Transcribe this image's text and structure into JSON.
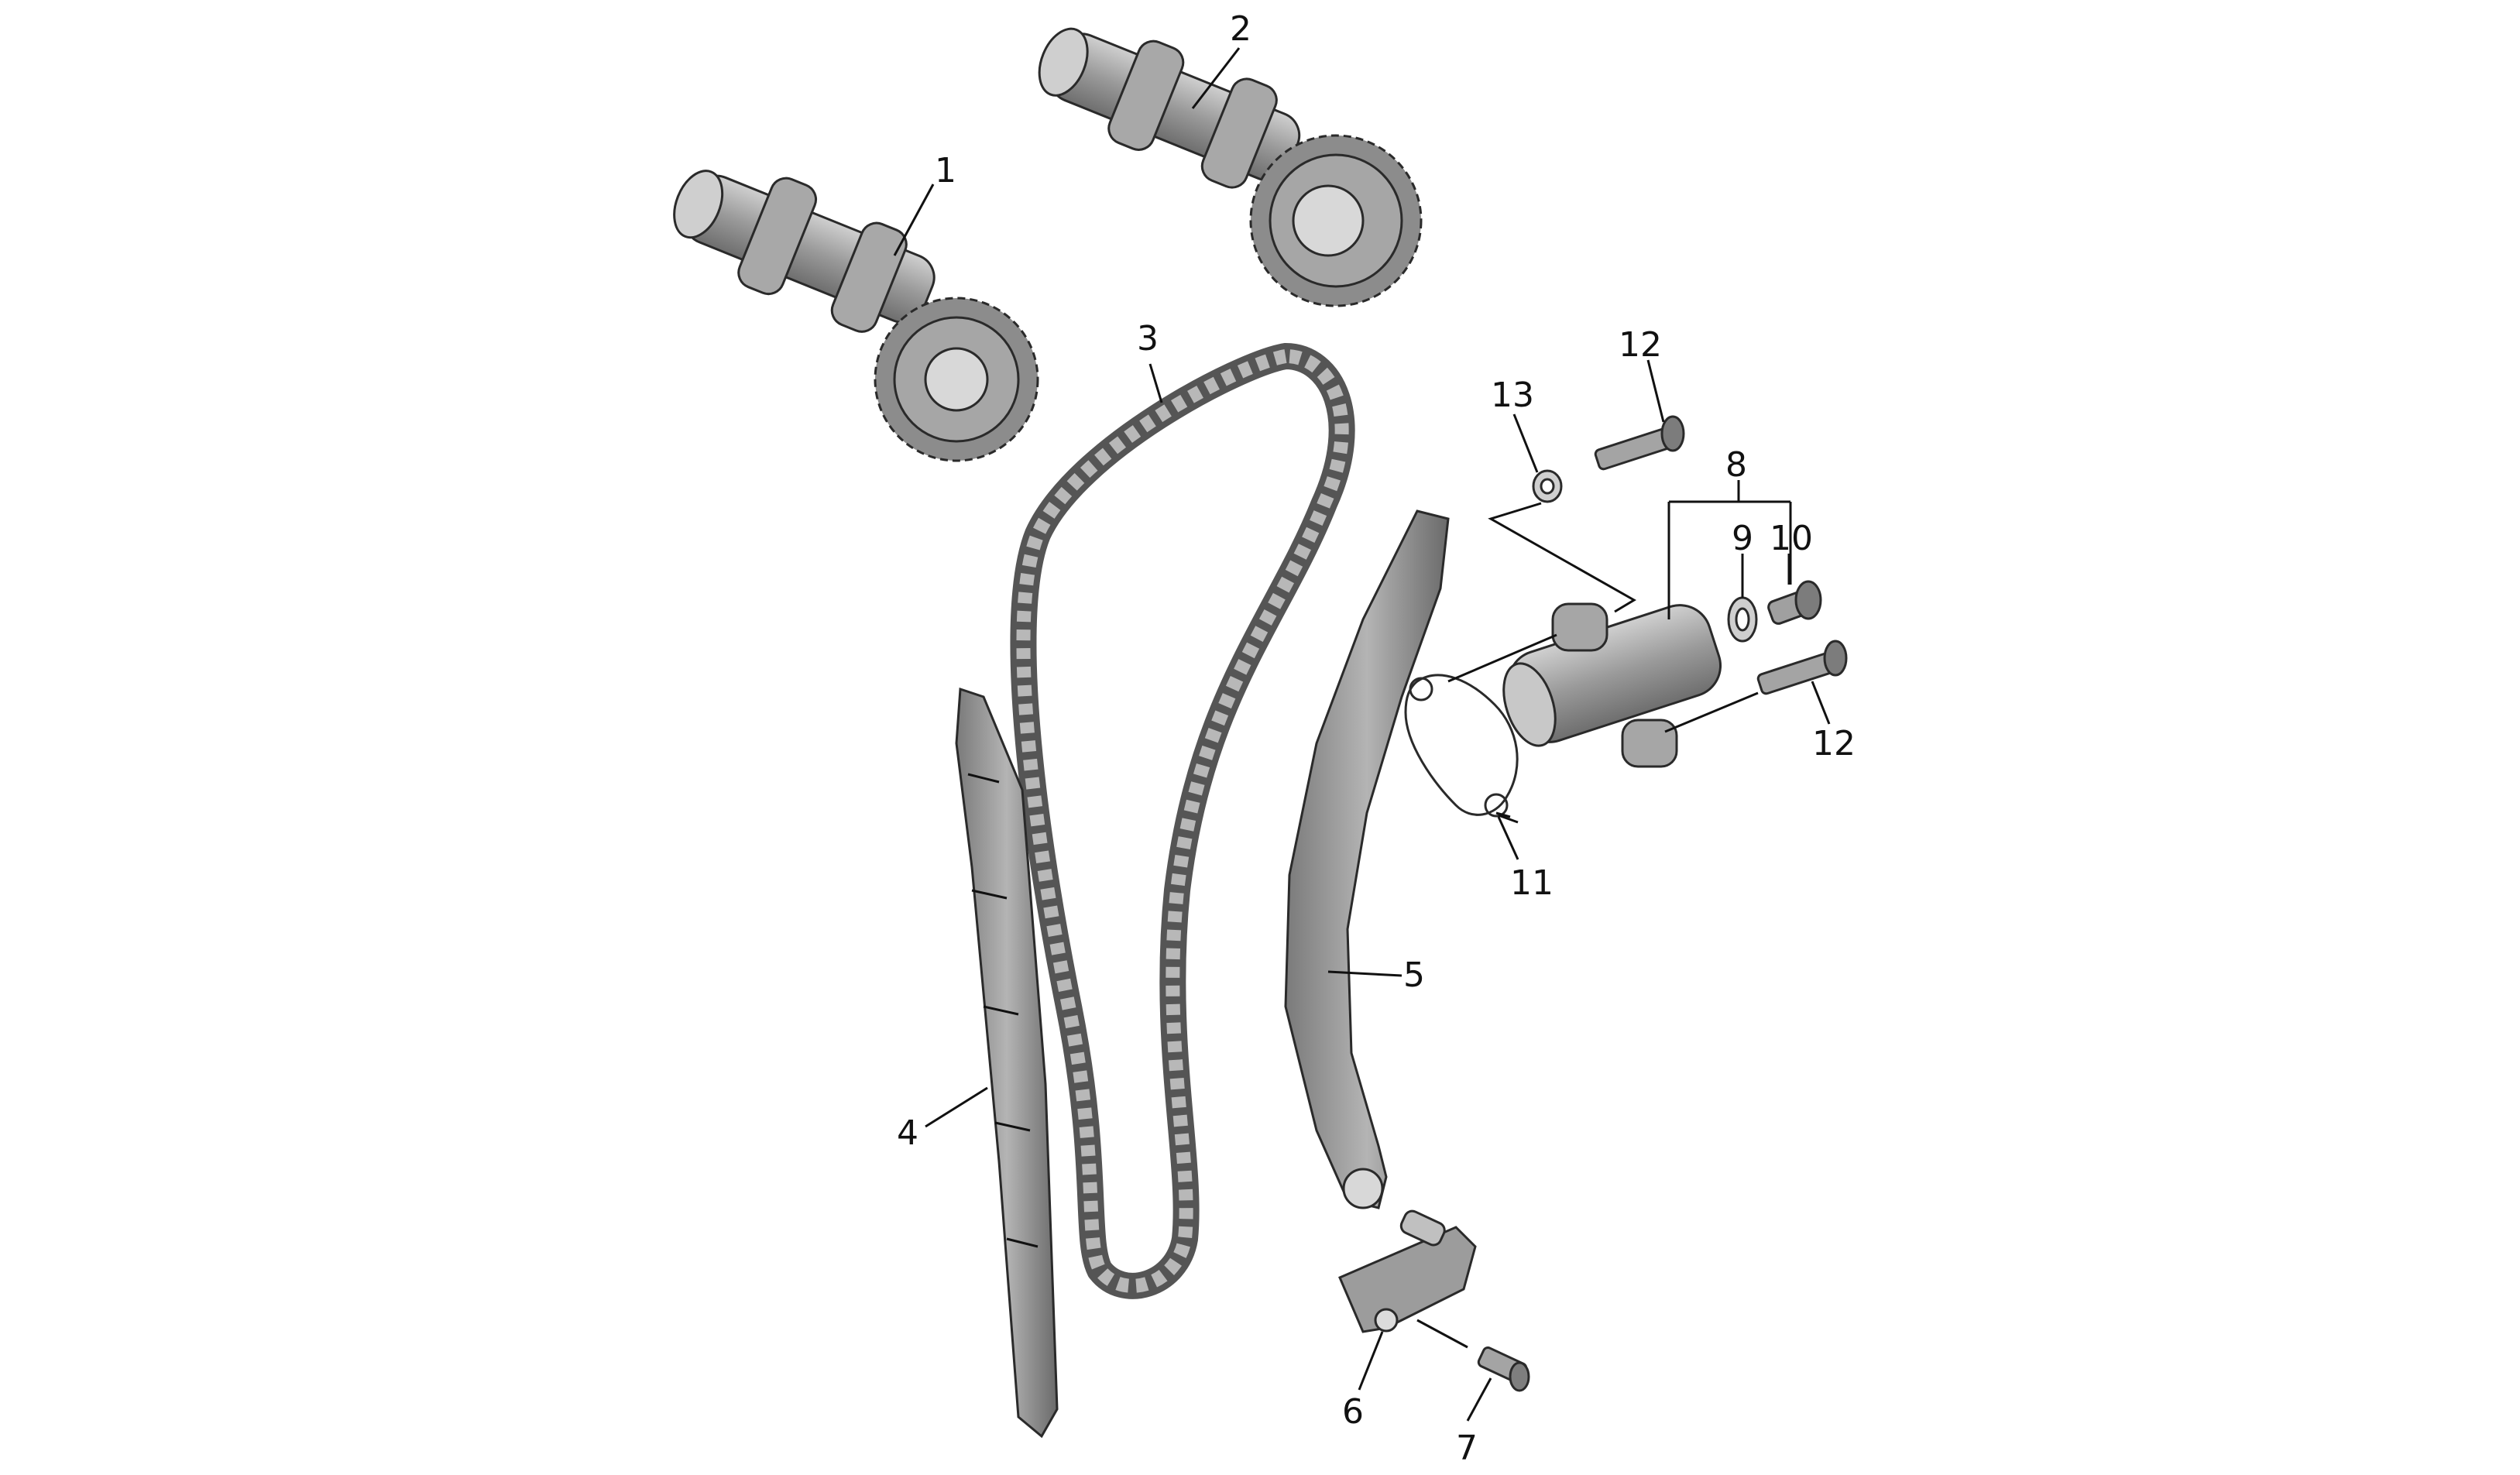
{
  "diagram": {
    "callouts": [
      {
        "id": "1",
        "label": "1"
      },
      {
        "id": "2",
        "label": "2"
      },
      {
        "id": "3",
        "label": "3"
      },
      {
        "id": "4",
        "label": "4"
      },
      {
        "id": "5",
        "label": "5"
      },
      {
        "id": "6",
        "label": "6"
      },
      {
        "id": "7",
        "label": "7"
      },
      {
        "id": "8",
        "label": "8"
      },
      {
        "id": "9",
        "label": "9"
      },
      {
        "id": "10",
        "label": "10"
      },
      {
        "id": "11",
        "label": "11"
      },
      {
        "id": "12a",
        "label": "12"
      },
      {
        "id": "12b",
        "label": "12"
      },
      {
        "id": "13",
        "label": "13"
      }
    ],
    "colors": {
      "background": "#ffffff",
      "part_fill": "#9a9a9a",
      "part_dark": "#6b6b6b",
      "part_light": "#c8c8c8",
      "line": "#111111"
    }
  }
}
